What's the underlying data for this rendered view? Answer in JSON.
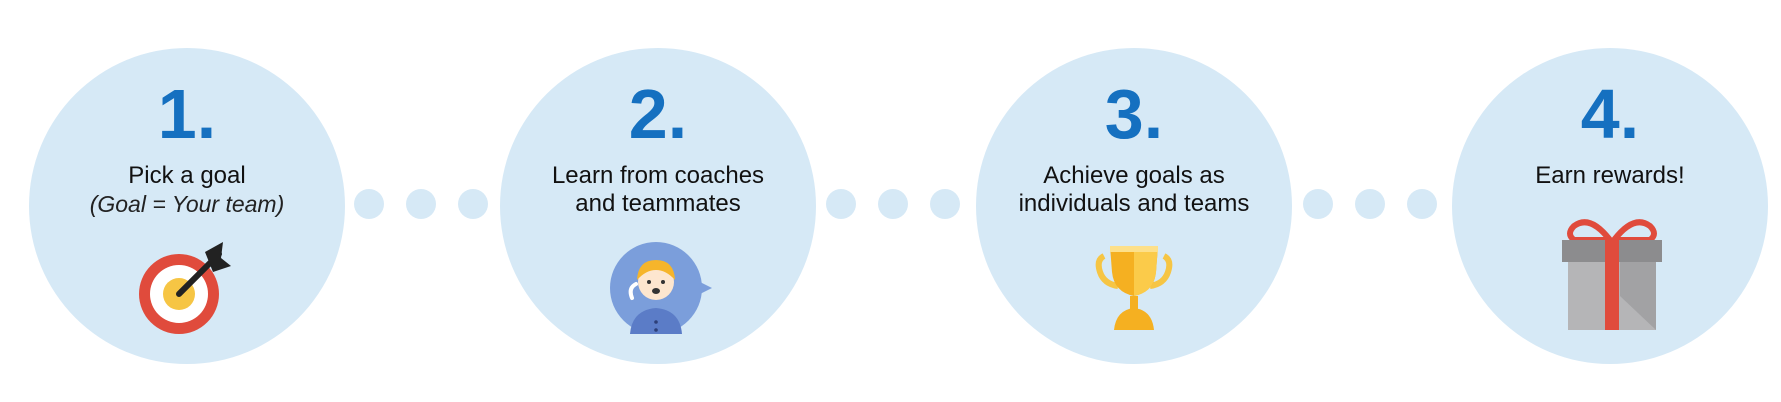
{
  "steps": [
    {
      "number": "1.",
      "title": "Pick a goal",
      "subtitle": "(Goal = Your team)",
      "icon": "target-icon"
    },
    {
      "number": "2.",
      "title_line1": "Learn from coaches",
      "title_line2": "and teammates",
      "icon": "coach-avatar-icon"
    },
    {
      "number": "3.",
      "title_line1": "Achieve goals as",
      "title_line2": "individuals and teams",
      "icon": "trophy-icon"
    },
    {
      "number": "4.",
      "title": "Earn rewards!",
      "icon": "gift-icon"
    }
  ],
  "colors": {
    "circle_bg": "#d6e9f6",
    "number": "#1570c0",
    "target_red": "#e04b3c",
    "trophy_gold": "#f5b021",
    "gift_gray": "#a9a9ab",
    "ribbon_red": "#e04b3c",
    "avatar_blue": "#6d8fd3"
  }
}
